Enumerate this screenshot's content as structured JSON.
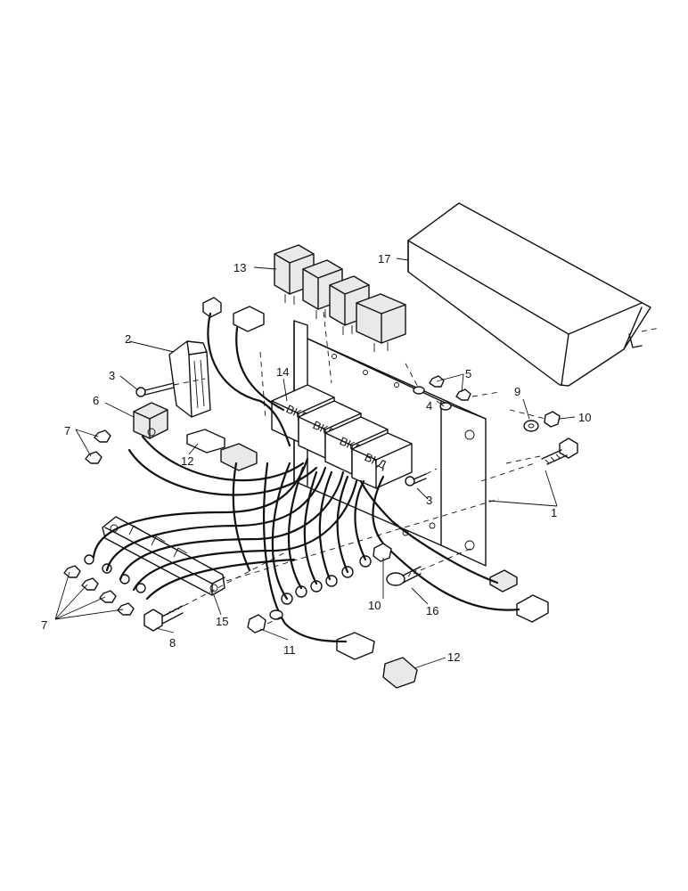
{
  "callouts": {
    "c1": "1",
    "c2": "2",
    "c3a": "3",
    "c3b": "3",
    "c4": "4",
    "c5": "5",
    "c6": "6",
    "c7a": "7",
    "c7b": "7",
    "c8": "8",
    "c9": "9",
    "c10a": "10",
    "c10b": "10",
    "c11": "11",
    "c12a": "12",
    "c12b": "12",
    "c13": "13",
    "c14": "14",
    "c15": "15",
    "c16": "16",
    "c17": "17"
  },
  "relay_markings": [
    "ВКД",
    "ВКД",
    "ВКД",
    "ВКД"
  ]
}
